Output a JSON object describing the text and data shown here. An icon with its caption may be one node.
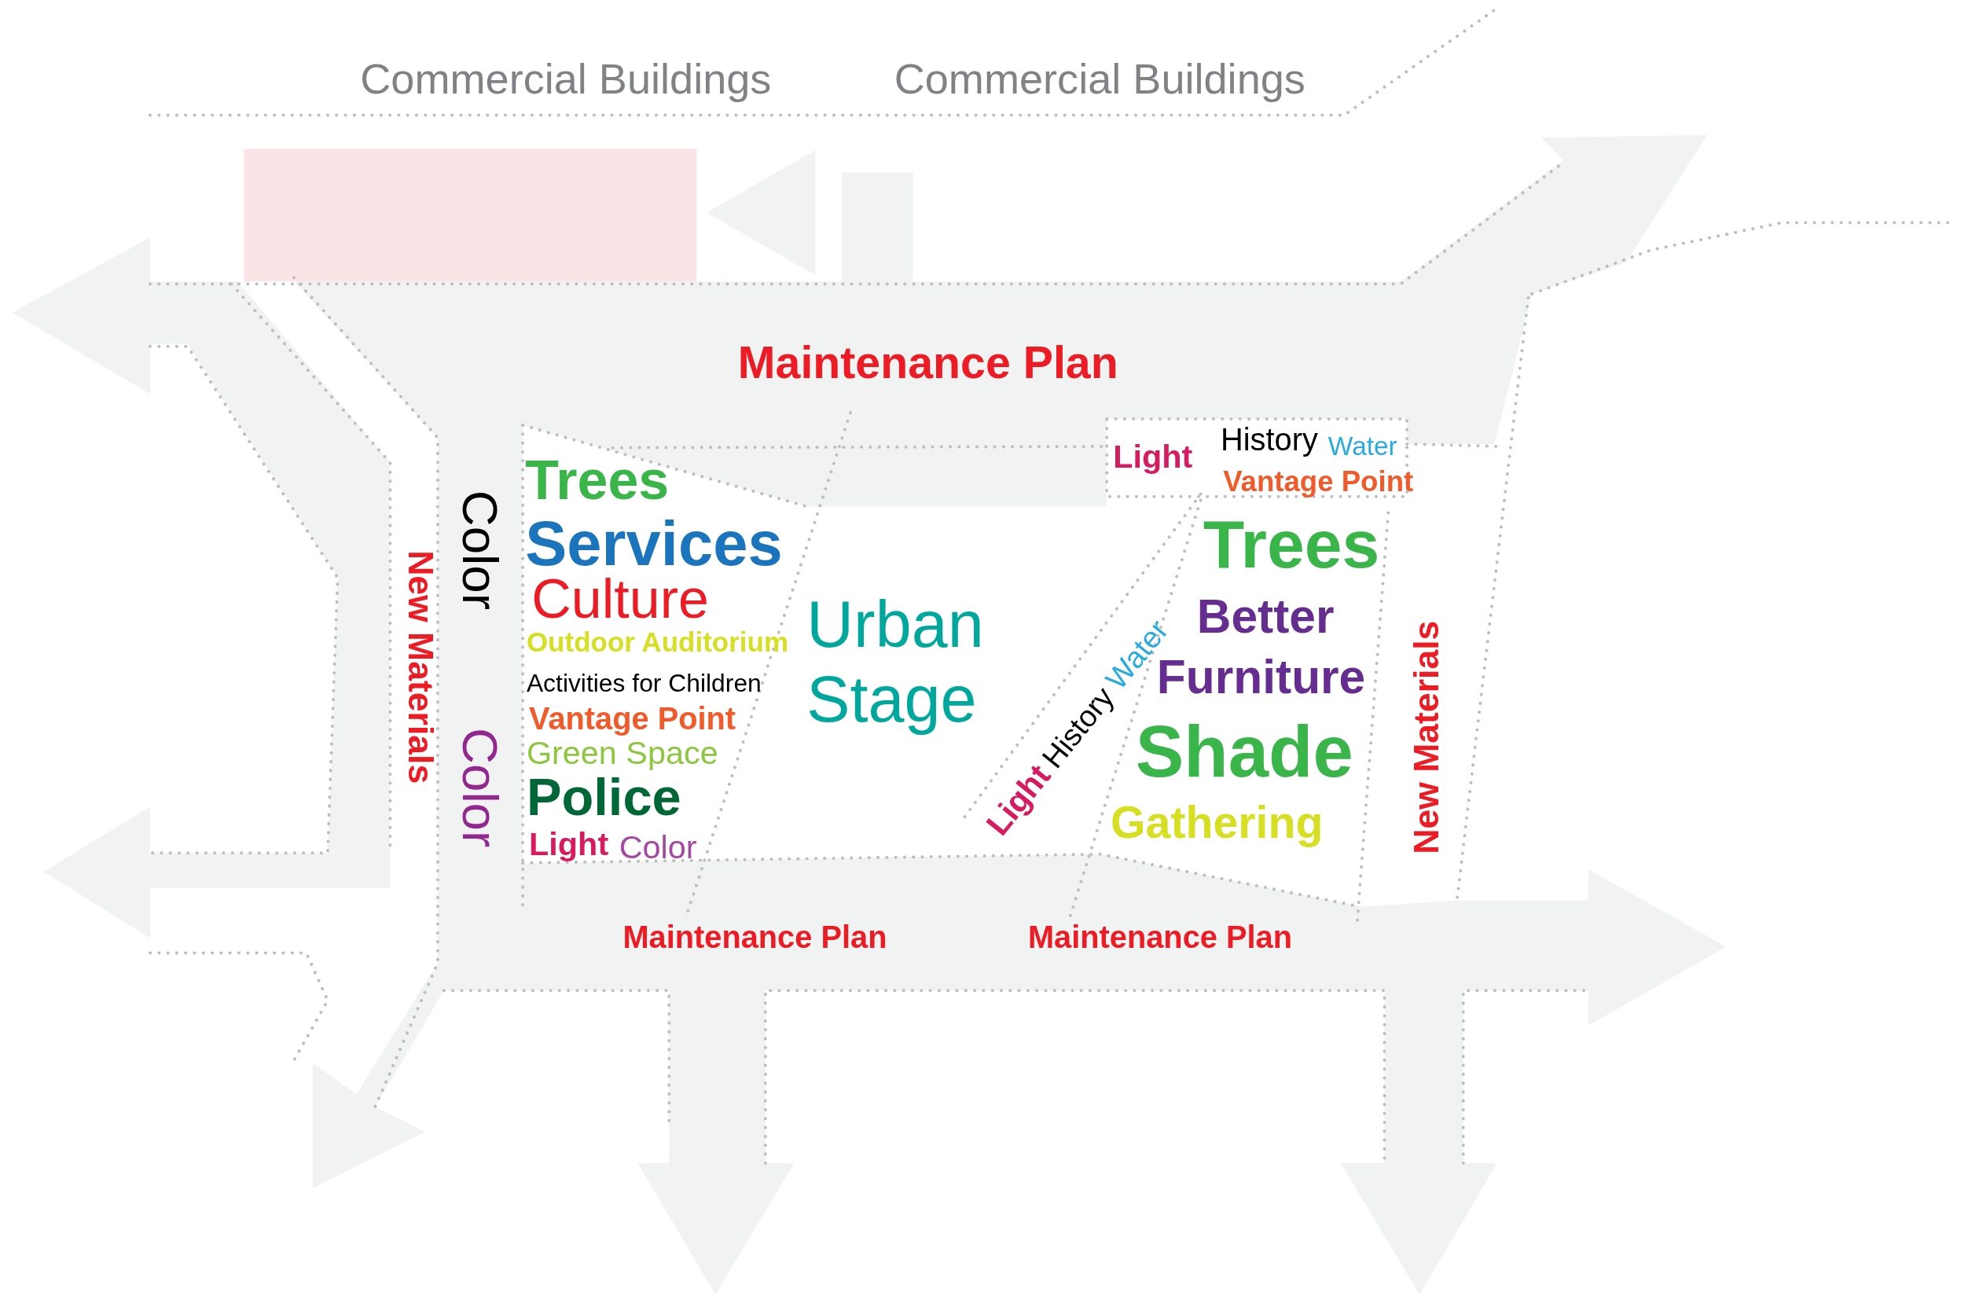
{
  "diagram": {
    "labels": [
      "Commercial Buildings",
      "Commercial Buildings",
      "Maintenance Plan",
      "Light",
      "History",
      "Water",
      "Vantage Point",
      "New Materials",
      "Color",
      "Trees",
      "Services",
      "Culture",
      "Urban Stage",
      "Trees",
      "New Materials",
      "Outdoor Auditorium",
      "Light",
      "History",
      "Water",
      "Better",
      "Activities for Children",
      "Furniture",
      "Vantage Point",
      "Green Space",
      "Shade",
      "Police",
      "Color",
      "Gathering",
      "Light",
      "Color",
      "Maintenance Plan",
      "Maintenance Plan"
    ]
  }
}
